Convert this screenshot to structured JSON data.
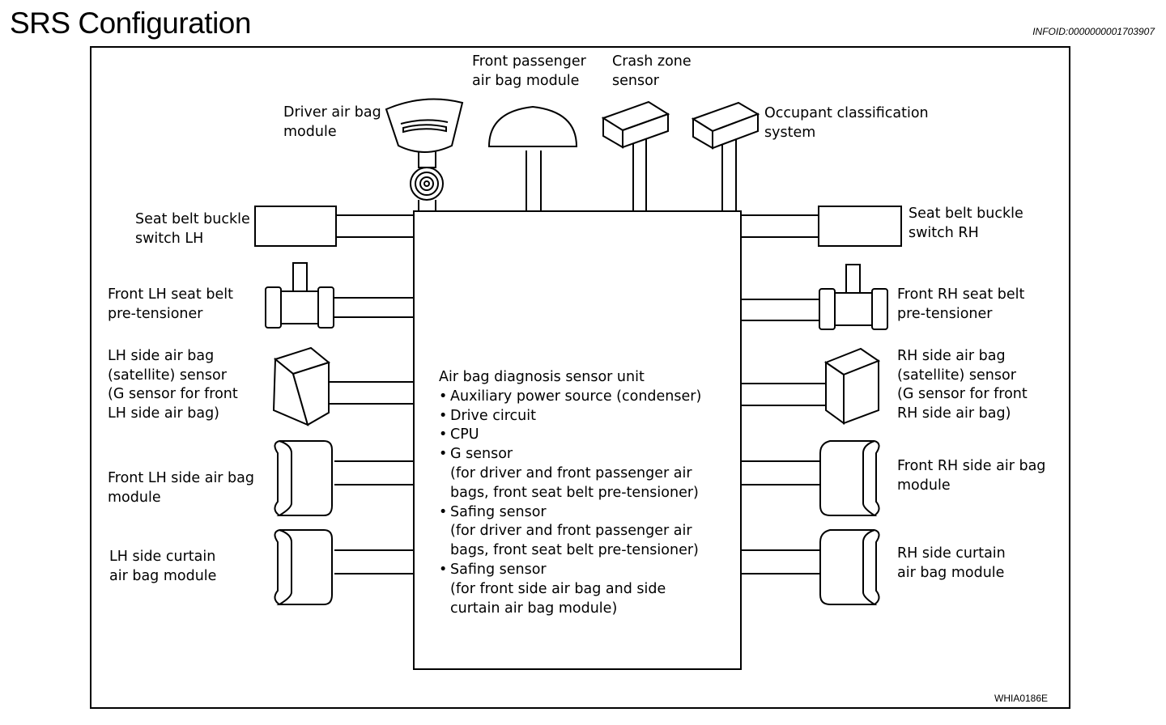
{
  "header": {
    "title": "SRS Configuration",
    "info_id": "INFOID:0000000001703907"
  },
  "components": {
    "driver_airbag": "Driver air bag\nmodule",
    "front_passenger_airbag": "Front passenger\nair bag module",
    "crash_zone_sensor": "Crash zone\nsensor",
    "occupant_classification": "Occupant classification\nsystem",
    "seat_belt_buckle_lh": "Seat belt buckle\nswitch LH",
    "seat_belt_buckle_rh": "Seat belt buckle\nswitch RH",
    "front_lh_pretensioner": "Front LH seat belt\npre-tensioner",
    "front_rh_pretensioner": "Front RH seat belt\npre-tensioner",
    "lh_side_satellite": "LH side air bag\n(satellite) sensor\n(G sensor for front\nLH side air bag)",
    "rh_side_satellite": "RH side air bag\n(satellite) sensor\n(G sensor for front\nRH side air bag)",
    "front_lh_side_airbag": "Front LH side air bag\nmodule",
    "front_rh_side_airbag": "Front RH side air bag\nmodule",
    "lh_side_curtain": "LH side curtain\nair bag module",
    "rh_side_curtain": "RH side curtain\nair bag module"
  },
  "sensor_unit": {
    "title": "Air bag diagnosis sensor unit",
    "bullet": "•",
    "items": [
      {
        "label": "Auxiliary power source (condenser)",
        "note": ""
      },
      {
        "label": "Drive circuit",
        "note": ""
      },
      {
        "label": "CPU",
        "note": ""
      },
      {
        "label": "G sensor",
        "note": "(for driver and front passenger air\nbags, front seat belt pre-tensioner)"
      },
      {
        "label": "Safing sensor",
        "note": "(for driver and front passenger air\nbags, front seat belt pre-tensioner)"
      },
      {
        "label": "Safing sensor",
        "note": "(for front side air bag and side\ncurtain air bag module)"
      }
    ]
  },
  "figure_id": "WHIA0186E"
}
